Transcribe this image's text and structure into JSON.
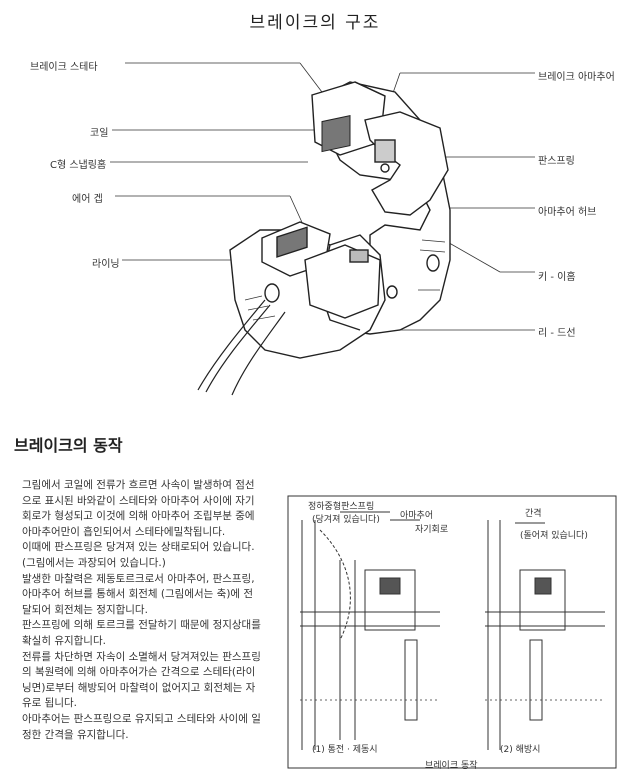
{
  "title": "브레이크의 구조",
  "labels": {
    "stator": "브레이크 스테타",
    "coil": "코일",
    "c_ring": "C형 스냅링홈",
    "air_gap": "에어 겝",
    "lining": "라이닝",
    "armature": "브레이크 아마추어",
    "leaf_spring": "판스프링",
    "armature_hub": "아마추어 허브",
    "key_groove": "키 - 이홈",
    "lead_wire": "리 - 드선"
  },
  "section_title": "브레이크의 동작",
  "paragraphs": [
    "그림에서 코일에 전류가 흐르면 사속이 발생하여 점선으로 표시된 바와같이 스테타와 아마추어 사이에 자기회로가 형성되고 이것에 의해 아마추어 조립부분 중에 아마추어만이 흡인되어서 스테타에밀착됩니다.",
    "이때에 판스프링은 당겨져 있는 상태로되어 있습니다. (그림에서는 과장되어 있습니다.)",
    "발생한 마찰력은 제동토르크로서 아마추어, 판스프링, 아마추어 허브를 통해서 회전체 (그림에서는 축)에 전달되어 회전체는 정지합니다.",
    "판스프링에 의해 토르크를 전달하기 때문에 정지상대를 확실히 유지합니다.",
    "전류를 차단하면 자속이 소멸해서 당겨져있는 판스프링의 복원력에 의해 아마추어가슨 간격으로 스테타(라이닝면)로부터 해방되어 마찰력이 없어지고 회전체는 자유로 됩니다.",
    "아마추어는 판스프링으로 유지되고 스테타와 사이에 일정한 간격을 유지합니다."
  ],
  "figure": {
    "label_spring_state": "정하중형판스프링",
    "label_pulled": "(당겨져 있습니다)",
    "label_armature": "아마추어",
    "label_magnetic_circuit": "자기회로",
    "label_gap": "간격",
    "label_bent": "(돌어져 있습니다)",
    "caption_left": "(1) 통전 · 제동시",
    "caption_right": "(2) 해방시",
    "caption_main": "브레이크 동작"
  }
}
